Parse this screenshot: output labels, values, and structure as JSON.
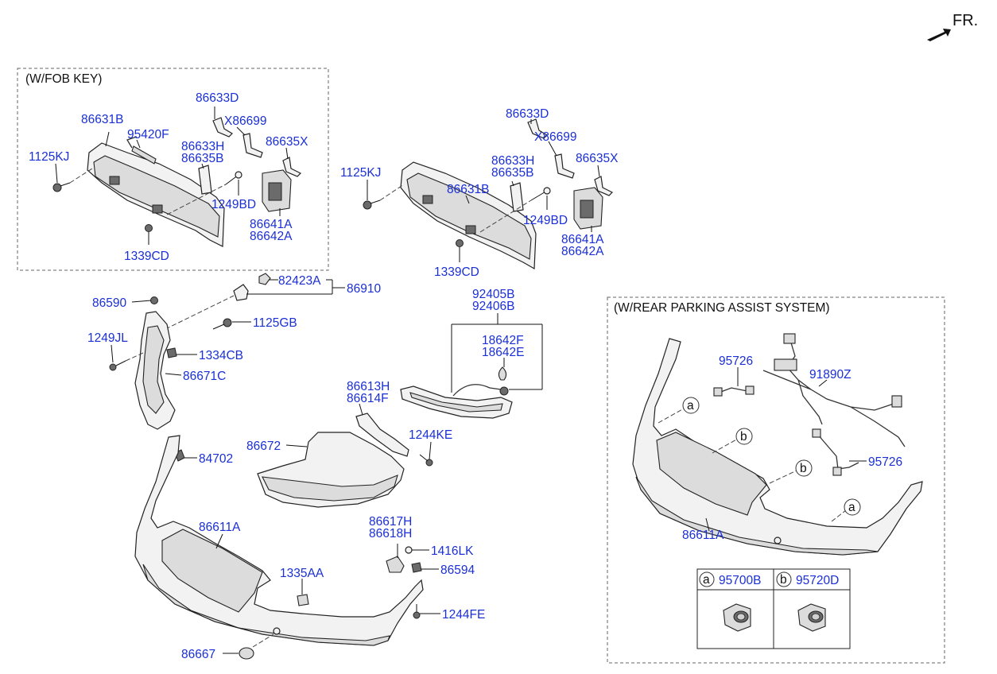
{
  "header": {
    "direction_label": "FR."
  },
  "groups": {
    "fob_key": "(W/FOB KEY)",
    "parking_assist": "(W/REAR PARKING ASSIST SYSTEM)"
  },
  "fob_key_labels": {
    "p86633D": "86633D",
    "p86631B": "86631B",
    "p95420F": "95420F",
    "pX86699": "X86699",
    "p86633H": "86633H",
    "p86635B": "86635B",
    "p86635X": "86635X",
    "p1125KJ": "1125KJ",
    "p1249BD": "1249BD",
    "p86641A": "86641A",
    "p86642A": "86642A",
    "p1339CD": "1339CD"
  },
  "upper_right_labels": {
    "p86633D": "86633D",
    "pX86699": "X86699",
    "p86635X": "86635X",
    "p1125KJ": "1125KJ",
    "p86633H": "86633H",
    "p86635B": "86635B",
    "p86631B": "86631B",
    "p1249BD": "1249BD",
    "p86641A": "86641A",
    "p86642A": "86642A",
    "p1339CD": "1339CD"
  },
  "main_labels": {
    "p82423A": "82423A",
    "p86910": "86910",
    "p86590": "86590",
    "p1125GB": "1125GB",
    "p1249JL": "1249JL",
    "p1334CB": "1334CB",
    "p86671C": "86671C",
    "p92405B": "92405B",
    "p92406B": "92406B",
    "p18642F": "18642F",
    "p18642E": "18642E",
    "p86613H": "86613H",
    "p86614F": "86614F",
    "p1244KE": "1244KE",
    "p86672": "86672",
    "p84702": "84702",
    "p86611A": "86611A",
    "p86617H": "86617H",
    "p86618H": "86618H",
    "p1416LK": "1416LK",
    "p86594": "86594",
    "p1335AA": "1335AA",
    "p1244FE": "1244FE",
    "p86667": "86667"
  },
  "parking_labels": {
    "p95726a": "95726",
    "p91890Z": "91890Z",
    "p95726b": "95726",
    "p86611A": "86611A",
    "callout_a": "a",
    "callout_b": "b"
  },
  "legend": {
    "a_letter": "a",
    "a_part": "95700B",
    "b_letter": "b",
    "b_part": "95720D"
  },
  "colors": {
    "label": "#1a2fd6",
    "outline": "#222222"
  }
}
